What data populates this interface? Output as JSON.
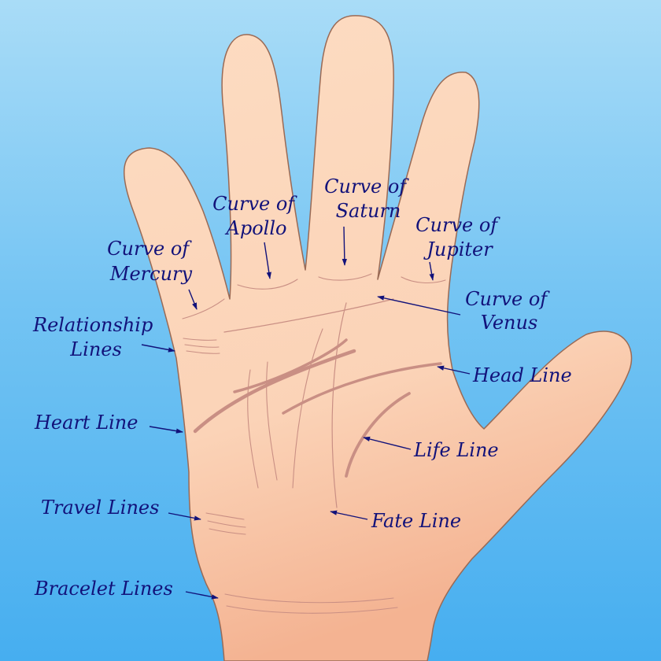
{
  "colors": {
    "background_top": "#a9dcf7",
    "background_bottom": "#46aef0",
    "skin_light": "#fddcc2",
    "skin_dark": "#f4b392",
    "skin_outline": "#9a6a55",
    "crease": "#c98f84",
    "label": "#12127a"
  },
  "labels": {
    "curve_of_mercury": [
      "Curve of",
      "Mercury"
    ],
    "curve_of_apollo": [
      "Curve of",
      "Apollo"
    ],
    "curve_of_saturn": [
      "Curve of",
      "Saturn"
    ],
    "curve_of_jupiter": [
      "Curve of",
      "Jupiter"
    ],
    "curve_of_venus": [
      "Curve of",
      "Venus"
    ],
    "relationship_lines": [
      "Relationship",
      "Lines"
    ],
    "head_line": "Head Line",
    "heart_line": "Heart Line",
    "life_line": "Life Line",
    "travel_lines": "Travel Lines",
    "fate_line": "Fate Line",
    "bracelet_lines": "Bracelet Lines"
  }
}
